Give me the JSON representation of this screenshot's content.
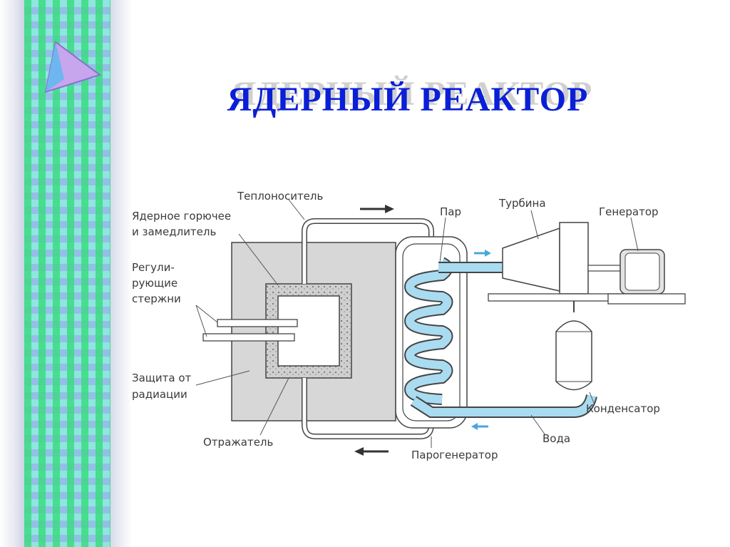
{
  "title": "ЯДЕРНЫЙ РЕАКТОР",
  "labels": {
    "coolant": "Теплоноситель",
    "fuel_line1": "Ядерное горючее",
    "fuel_line2": "и замедлитель",
    "rods_line1": "Регули-",
    "rods_line2": "рующие",
    "rods_line3": "стержни",
    "shield_line1": "Защита от",
    "shield_line2": "радиации",
    "reflector": "Отражатель",
    "steam": "Пар",
    "turbine": "Турбина",
    "generator": "Генератор",
    "condenser": "Конденсатор",
    "water": "Вода",
    "steam_generator": "Парогенератор"
  },
  "colors": {
    "title": "#0a1fd6",
    "water": "#a9dcf0",
    "flow_arrow": "#4aa6de",
    "shield_fill": "#d7d7d7"
  },
  "icons": [
    "play-triangle-icon"
  ]
}
